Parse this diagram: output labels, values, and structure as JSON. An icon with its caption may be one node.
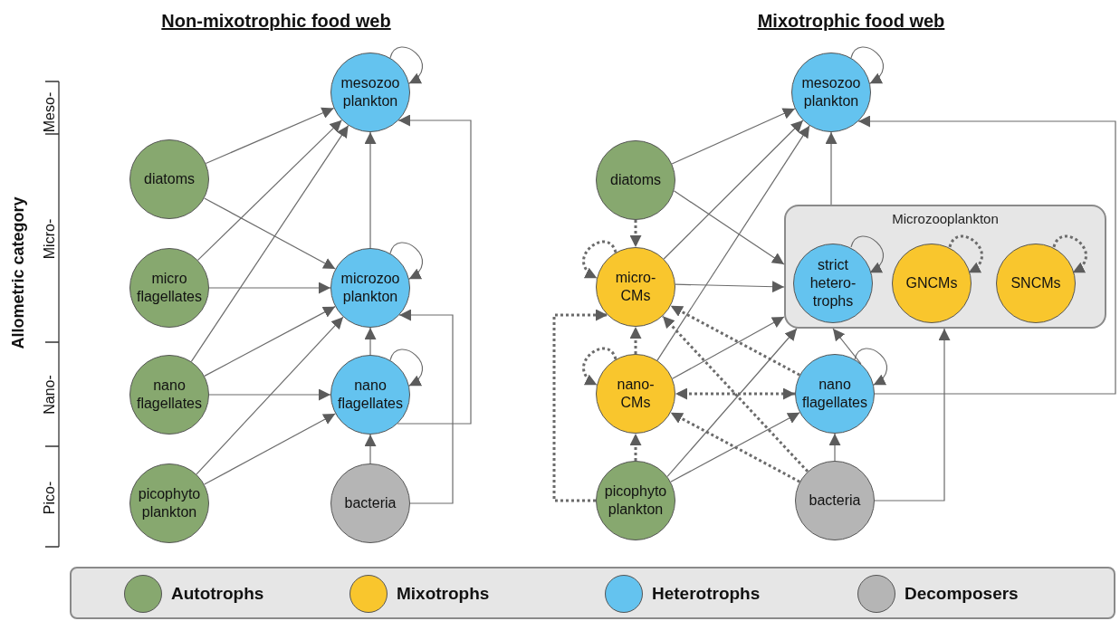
{
  "diagram": {
    "nodes": [
      {
        "text": [
          "diatoms"
        ]
      },
      {
        "text": [
          "micro flagellates"
        ]
      },
      {
        "text": [
          "nano flagellates"
        ]
      },
      {
        "text": [
          "picophyto plankton"
        ]
      },
      {
        "text": [
          "mesozoo plankton"
        ]
      },
      {
        "text": [
          "microzoo plankton"
        ]
      },
      {
        "text": [
          "nano flagellates"
        ]
      },
      {
        "text": [
          "bacteria"
        ]
      },
      {
        "text": [
          "diatoms"
        ]
      },
      {
        "text": [
          "micro- CMs"
        ]
      },
      {
        "text": [
          "nano- CMs"
        ]
      },
      {
        "text": [
          "picophyto plankton"
        ]
      },
      {
        "text": [
          "mesozoo plankton"
        ]
      },
      {
        "text": [
          "Microzooplankton"
        ]
      },
      {
        "text": [
          "strict hetero- trophs"
        ],
        "in": 13
      },
      {
        "text": [
          "GNCMs"
        ],
        "in": 13
      },
      {
        "text": [
          "SNCMs"
        ],
        "in": 13
      },
      {
        "text": [
          "nano flagellates"
        ]
      },
      {
        "text": [
          "bacteria"
        ]
      }
    ],
    "edges": [
      {
        "from": 0,
        "to": 4,
        "arrow": "to"
      },
      {
        "from": 0,
        "to": 5,
        "arrow": "to"
      },
      {
        "from": 1,
        "to": 4,
        "arrow": "to"
      },
      {
        "from": 1,
        "to": 5,
        "arrow": "to"
      },
      {
        "from": 2,
        "to": 4,
        "arrow": "to"
      },
      {
        "from": 2,
        "to": 5,
        "arrow": "to"
      },
      {
        "from": 2,
        "to": 6,
        "arrow": "to"
      },
      {
        "from": 3,
        "to": 5,
        "arrow": "to"
      },
      {
        "from": 3,
        "to": 6,
        "arrow": "to"
      },
      {
        "from": 5,
        "to": 4,
        "arrow": "to"
      },
      {
        "from": 6,
        "to": 5,
        "arrow": "to"
      },
      {
        "from": 7,
        "to": 6,
        "arrow": "to"
      },
      {
        "from": 7,
        "to": 5,
        "arrow": "to"
      },
      {
        "from": 6,
        "to": 4,
        "arrow": "to"
      },
      {
        "from": 4,
        "to": 4,
        "arrow": "to"
      },
      {
        "from": 5,
        "to": 5,
        "arrow": "to"
      },
      {
        "from": 6,
        "to": 6,
        "arrow": "to"
      },
      {
        "from": 8,
        "to": 12,
        "arrow": "to"
      },
      {
        "from": 8,
        "to": 13,
        "arrow": "to"
      },
      {
        "from": 8,
        "to": 9,
        "arrow": "to",
        "style": "dashed"
      },
      {
        "from": 9,
        "to": 12,
        "arrow": "to"
      },
      {
        "from": 9,
        "to": 13,
        "arrow": "to"
      },
      {
        "from": 9,
        "to": 9,
        "arrow": "to",
        "style": "dashed"
      },
      {
        "from": 10,
        "to": 12,
        "arrow": "to"
      },
      {
        "from": 10,
        "to": 13,
        "arrow": "to"
      },
      {
        "from": 10,
        "to": 9,
        "arrow": "to",
        "style": "dashed"
      },
      {
        "from": 10,
        "to": 10,
        "arrow": "to",
        "style": "dashed"
      },
      {
        "from": 11,
        "to": 10,
        "arrow": "to",
        "style": "dashed"
      },
      {
        "from": 11,
        "to": 9,
        "arrow": "to",
        "style": "dashed"
      },
      {
        "from": 11,
        "to": 13,
        "arrow": "to"
      },
      {
        "from": 11,
        "to": 17,
        "arrow": "to"
      },
      {
        "from": 13,
        "to": 12,
        "arrow": "to"
      },
      {
        "from": 17,
        "to": 13,
        "arrow": "to"
      },
      {
        "from": 17,
        "to": 17,
        "arrow": "to"
      },
      {
        "from": 17,
        "to": 12,
        "arrow": "to"
      },
      {
        "from": 17,
        "to": 10,
        "arrow": "both",
        "style": "dashed"
      },
      {
        "from": 17,
        "to": 9,
        "arrow": "to",
        "style": "dashed"
      },
      {
        "from": 18,
        "to": 9,
        "arrow": "to",
        "style": "dashed"
      },
      {
        "from": 18,
        "to": 10,
        "arrow": "to",
        "style": "dashed"
      },
      {
        "from": 18,
        "to": 17,
        "arrow": "to"
      },
      {
        "from": 18,
        "to": 13,
        "arrow": "to"
      },
      {
        "from": 12,
        "to": 12,
        "arrow": "to"
      },
      {
        "from": 14,
        "to": 14,
        "arrow": "to"
      },
      {
        "from": 15,
        "to": 15,
        "arrow": "to",
        "style": "dashed"
      },
      {
        "from": 16,
        "to": 16,
        "arrow": "to",
        "style": "dashed"
      }
    ],
    "labels": [
      "Non-mixotrophic food web",
      "Mixotrophic food web",
      "Allometric category",
      "Meso-",
      "Micro-",
      "Nano-",
      "Pico-"
    ],
    "legend": [
      {
        "text": "Autotrophs",
        "color": "#87a86f"
      },
      {
        "text": "Mixotrophs",
        "color": "#f9c62d"
      },
      {
        "text": "Heterotrophs",
        "color": "#64c3ef"
      },
      {
        "text": "Decomposers",
        "color": "#b5b5b5"
      }
    ]
  }
}
